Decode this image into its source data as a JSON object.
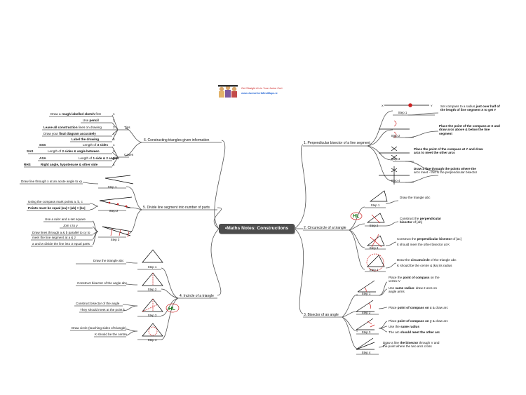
{
  "central": {
    "label": "Maths Notes: Constructions"
  },
  "logo": {
    "line1": "Get Straight A's in Your Junior Cert",
    "line2": "www.JuniorCertMindMaps.ie"
  },
  "branches": {
    "b1": "1. Perpendicular bisector of a line segment",
    "b2": "2. Circumcircle of a triangle",
    "b3": "3. Bisector of an angle",
    "b4": "4. Incircle of a triangle",
    "b5": "5. Divide line segment into number of parts",
    "b6": "6. Constructing triangles given information"
  },
  "tips": {
    "label": "Tips",
    "items": [
      {
        "pre": "Draw a ",
        "bold": "rough labelled sketch",
        "post": " first",
        "n": "1"
      },
      {
        "pre": "Use ",
        "bold": "pencil",
        "post": "",
        "n": "2"
      },
      {
        "pre": "",
        "bold": "Leave all construction",
        "post": " lines on drawing",
        "n": "3"
      },
      {
        "pre": "Draw your ",
        "bold": "final diagram accurately",
        "post": "",
        "n": "4"
      },
      {
        "pre": "",
        "bold": "Label the drawing",
        "post": "",
        "n": "5"
      }
    ]
  },
  "cases": {
    "label": "Cases",
    "items": [
      {
        "code": "SSS",
        "pre": "Length of ",
        "bold": "3 sides",
        "post": "",
        "n": "1"
      },
      {
        "code": "SAS",
        "pre": "Length of ",
        "bold": "2 sides & angle between",
        "post": "",
        "n": "2"
      },
      {
        "code": "ASA",
        "pre": "Length of ",
        "bold": "1 side & 2 angles",
        "post": "",
        "n": "3"
      },
      {
        "code": "RHS",
        "pre": "",
        "bold": "Right angle, hypotenuse & other side",
        "post": "",
        "n": "4"
      }
    ]
  },
  "s1": {
    "step1": "Step 1",
    "step2": "Step 2",
    "step3": "Step 3",
    "step4": "Step 4",
    "t1a": "Set compass to a radius ",
    "t1b": "just over half of the length of line segment X to get Y",
    "t2a": "Place the point of the compass at X and ",
    "t2b": "draw arcs above & below the line segment",
    "t3a": "Place the point of the compass at Y and ",
    "t3b": "draw arcs to meet the other arcs",
    "t4a": "Draw a line through the points where the ",
    "t4b": "arcs meet - this is the perpendicular bisector"
  },
  "s2": {
    "step1": "Step 1",
    "step2": "Step 2",
    "step3": "Step 3",
    "step4": "Step 4",
    "t1": "Draw the triangle abc",
    "t2a": "Construct the ",
    "t2b": "perpendicular bisector",
    "t2c": " of [ab]",
    "t3a": "Construct the ",
    "t3b": "perpendicular bisector",
    "t3c": " of [ac]",
    "t3d": "It should meet the other bisector at K",
    "t4a": "Draw the ",
    "t4b": "circumcircle",
    "t4c": " of the triangle abc",
    "t4d": "K should be the centre & |ka| its radius",
    "hl": "HL"
  },
  "s3": {
    "step1": "Step 1",
    "step2": "Step 2",
    "step3": "Step 3",
    "step4": "Step 4",
    "t1a": "Place the ",
    "t1b": "point of compass",
    "t1c": " on the vertex V",
    "t1d": "Use ",
    "t1e": "same radius",
    "t1f": ": draw 2 arcs on angle arms",
    "t2a": "Place ",
    "t2b": "point of compass on x",
    "t2c": " & draw arc",
    "t3a": "Place ",
    "t3b": "point of compass on y",
    "t3c": " & draw arc",
    "t3d": "Use the ",
    "t3e": "same radius",
    "t3f": "The arc ",
    "t3g": "should meet the other arc",
    "t4a": "Draw a line ",
    "t4b": "the bisector",
    "t4c": " through V and the point where the two arcs cross"
  },
  "s4": {
    "step1": "Step 1",
    "step2": "Step 2",
    "step3": "Step 3",
    "step4": "Step 4",
    "t1": "Draw the triangle abc",
    "t2": "Construct bisector of the angle abc",
    "t3a": "Construct bisector of the angle ",
    "t3b": "They should meet at the point k",
    "t4a": "Draw circle (touching sides of triangle)",
    "t4b": "K should be the centre",
    "hl": "HL"
  },
  "s5": {
    "step1": "Step 1",
    "step2": "Step 2",
    "step3": "Step 3",
    "t1": "Draw line through x at an acute angle to xy",
    "t2a": "Using the compass mark points a, b, c",
    "t2b": "Points must be equal |xa| = |ab| = |bc|",
    "t3a": "Use a ruler and a set square",
    "t3b": "Join c to y",
    "t3c": "Draw lines through a & b parallel to cy to",
    "t3d": "meet the line segment at a & z",
    "t3e": "a and w divide the line into 3 equal parts"
  }
}
